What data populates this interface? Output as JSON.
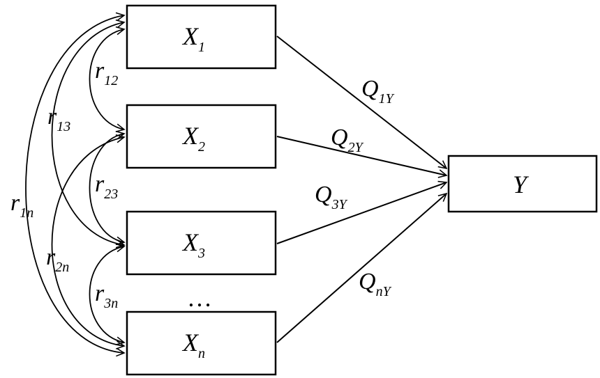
{
  "nodes": {
    "x1": {
      "var": "X",
      "sub": "1"
    },
    "x2": {
      "var": "X",
      "sub": "2"
    },
    "x3": {
      "var": "X",
      "sub": "3"
    },
    "xn": {
      "var": "X",
      "sub": "n"
    },
    "y": {
      "var": "Y"
    }
  },
  "ellipsis": "…",
  "path_coefficients": [
    {
      "id": "q1y",
      "sym": "Q",
      "sub": "1Y"
    },
    {
      "id": "q2y",
      "sym": "Q",
      "sub": "2Y"
    },
    {
      "id": "q3y",
      "sym": "Q",
      "sub": "3Y"
    },
    {
      "id": "qny",
      "sym": "Q",
      "sub": "nY"
    }
  ],
  "correlations": [
    {
      "id": "r12",
      "sym": "r",
      "sub": "12"
    },
    {
      "id": "r13",
      "sym": "r",
      "sub": "13"
    },
    {
      "id": "r23",
      "sym": "r",
      "sub": "23"
    },
    {
      "id": "r1n",
      "sym": "r",
      "sub": "1n"
    },
    {
      "id": "r2n",
      "sym": "r",
      "sub": "2n"
    },
    {
      "id": "r3n",
      "sym": "r",
      "sub": "3n"
    }
  ]
}
